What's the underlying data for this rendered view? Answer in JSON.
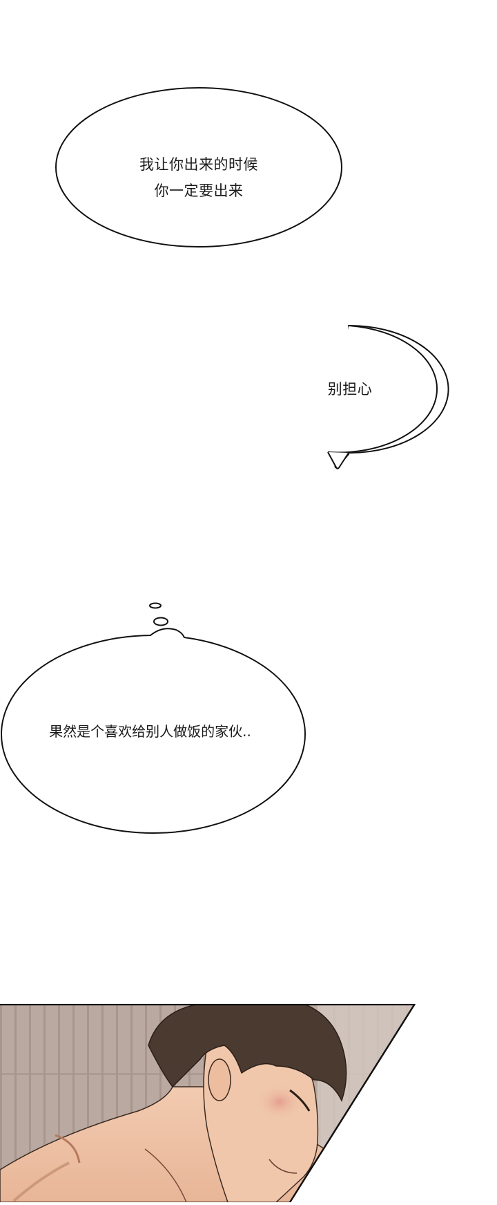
{
  "comic": {
    "bubbles": [
      {
        "id": "speech-1",
        "type": "speech",
        "lines": [
          "我让你出来的时候",
          "你一定要出来"
        ]
      },
      {
        "id": "speech-2",
        "type": "speech",
        "lines": [
          "别担心"
        ]
      },
      {
        "id": "thought-1",
        "type": "thought",
        "lines": [
          "果然是个喜欢给别人做饭的家伙.."
        ]
      }
    ],
    "panel": {
      "description": "Close-up of a shirtless dark-haired man with eyes closed and blushing cheek, leaning forward; vertical-striped taupe wall background",
      "colors": {
        "wall": "#b9a9a1",
        "wall_stripe": "#a8968d",
        "skin": "#efc6aa",
        "skin_shadow": "#d9a083",
        "hair": "#4a3a30",
        "blush": "#e39a8a",
        "border": "#111111"
      }
    }
  }
}
